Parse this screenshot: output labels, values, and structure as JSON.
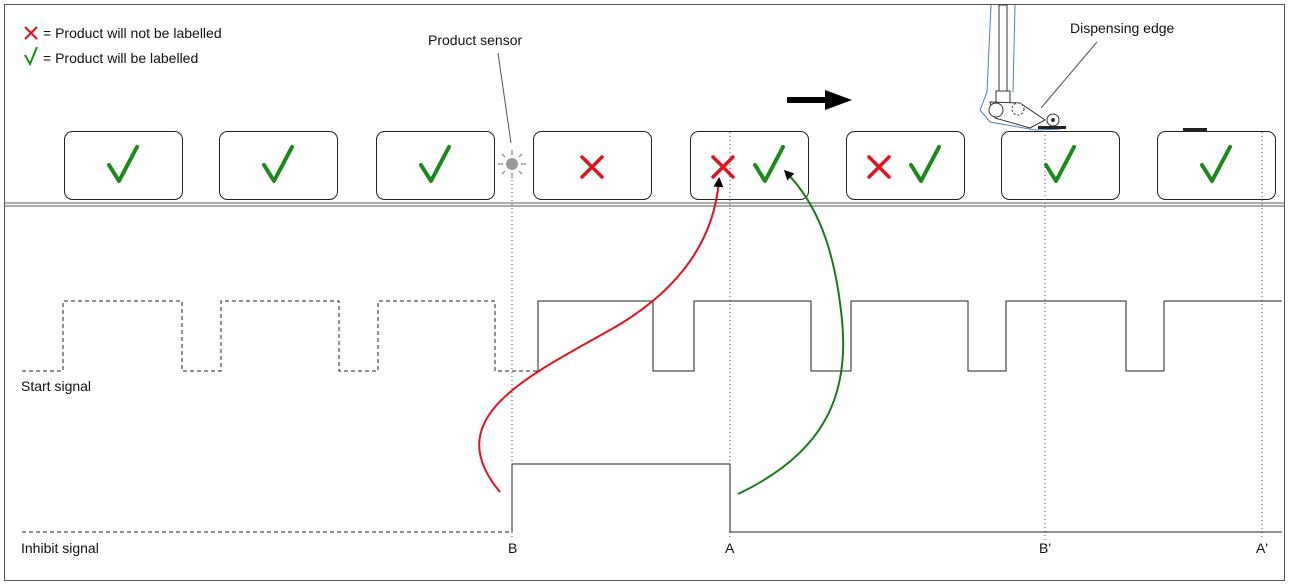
{
  "legend": {
    "not_labelled": "= Product will not be labelled",
    "labelled": "= Product will be labelled"
  },
  "annotations": {
    "product_sensor": "Product sensor",
    "dispensing_edge": "Dispensing edge"
  },
  "signals": {
    "start": "Start signal",
    "inhibit": "Inhibit signal"
  },
  "points": {
    "B": "B",
    "A": "A",
    "B_prime": "B'",
    "A_prime": "A'"
  },
  "products": [
    {
      "marks": [
        "check"
      ]
    },
    {
      "marks": [
        "check"
      ]
    },
    {
      "marks": [
        "check"
      ]
    },
    {
      "marks": [
        "cross"
      ]
    },
    {
      "marks": [
        "cross",
        "check"
      ]
    },
    {
      "marks": [
        "cross",
        "check"
      ]
    },
    {
      "marks": [
        "check"
      ]
    },
    {
      "marks": [
        "check"
      ]
    }
  ],
  "colors": {
    "cross": "#e0141e",
    "check": "#1a8a1a",
    "red_arrow": "#e0141e",
    "green_arrow": "#1a7a1a",
    "sensor": "#9a9a9a",
    "applicator": "#4a7fc0"
  }
}
